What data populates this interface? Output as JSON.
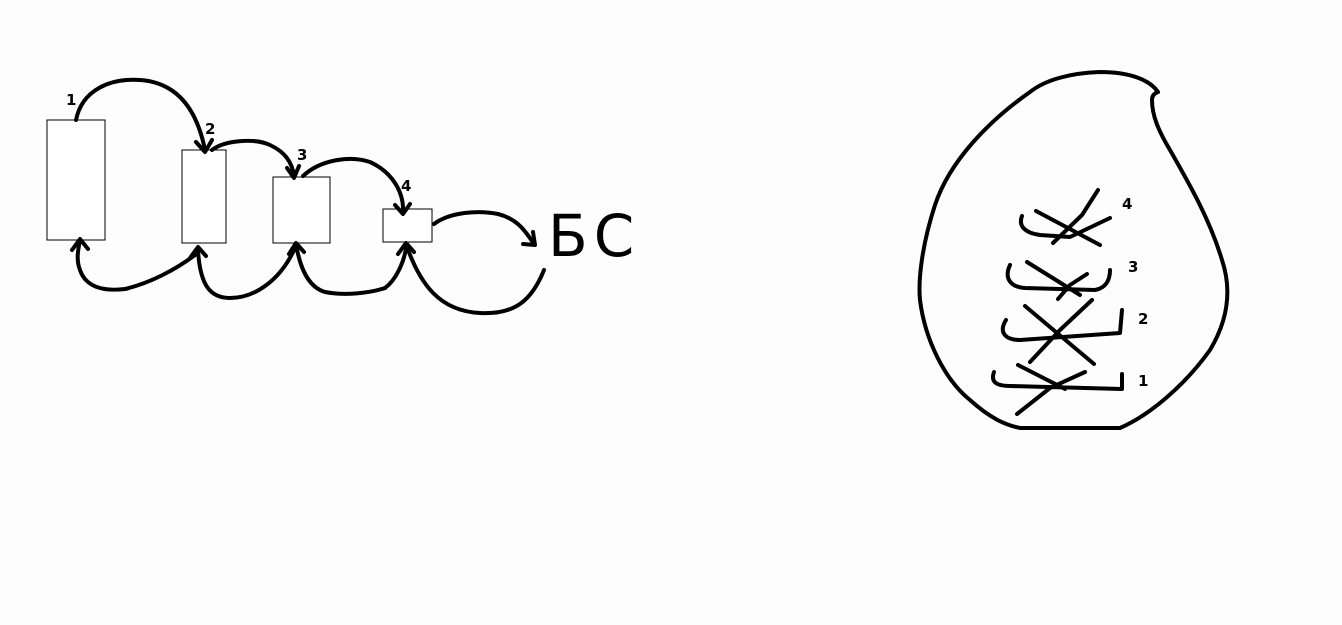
{
  "left_diagram": {
    "box_labels": [
      "1",
      "2",
      "3",
      "4"
    ],
    "destination_label": "БС"
  },
  "right_diagram": {
    "layer_labels": [
      "4",
      "3",
      "2",
      "1"
    ]
  },
  "colors": {
    "ink": "#000000",
    "background": "#fdfdfd"
  }
}
